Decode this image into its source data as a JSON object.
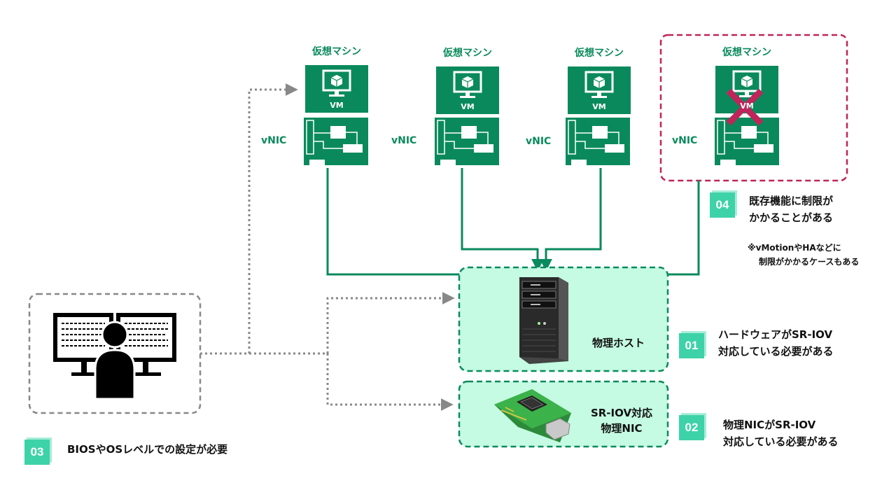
{
  "vms": [
    {
      "label": "仮想マシン",
      "vm_text": "VM",
      "vnic_label": "vNIC",
      "restricted": false
    },
    {
      "label": "仮想マシン",
      "vm_text": "VM",
      "vnic_label": "vNIC",
      "restricted": false
    },
    {
      "label": "仮想マシン",
      "vm_text": "VM",
      "vnic_label": "vNIC",
      "restricted": false
    },
    {
      "label": "仮想マシン",
      "vm_text": "VM",
      "vnic_label": "vNIC",
      "restricted": true
    }
  ],
  "physical_host": {
    "label": "物理ホスト"
  },
  "physical_nic": {
    "line1": "SR-IOV対応",
    "line2": "物理NIC"
  },
  "notes": [
    {
      "badge": "01",
      "line1": "ハードウェアがSR-IOV",
      "line2": "対応している必要がある"
    },
    {
      "badge": "02",
      "line1": "物理NICがSR-IOV",
      "line2": "対応している必要がある"
    },
    {
      "badge": "03",
      "line1": "BIOSやOSレベルでの設定が必要"
    },
    {
      "badge": "04",
      "line1": "既存機能に制限が",
      "line2": "かかることがある"
    }
  ],
  "footnote": {
    "line1": "※vMotionやHAなどに",
    "line2": "制限がかかるケースもある"
  },
  "colors": {
    "green": "#0a8a5c",
    "mint_fill": "#c4fbe2",
    "teal_badge": "#3ed2a8",
    "restricted_border": "#c0245a",
    "dotted_gray": "#888888"
  }
}
